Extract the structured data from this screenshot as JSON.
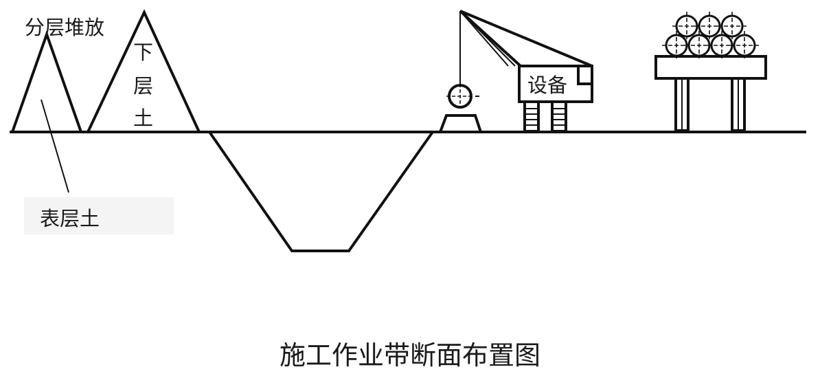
{
  "title": "施工作业带断面布置图",
  "labels": {
    "layered_stacking": "分层堆放",
    "lower_soil": [
      "下",
      "层",
      "土"
    ],
    "topsoil": "表层土",
    "equipment": "设备"
  }
}
